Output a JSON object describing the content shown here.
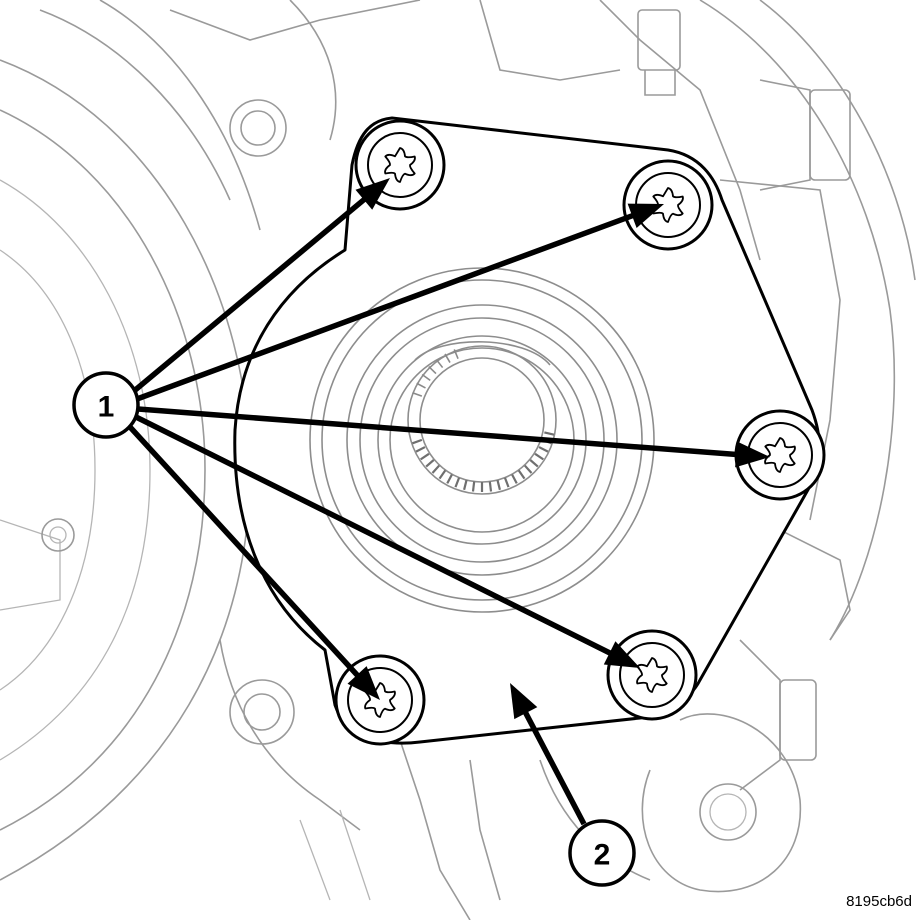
{
  "callouts": {
    "bolts": {
      "label": "1"
    },
    "hub_bearing": {
      "label": "2"
    }
  },
  "figure_id": "8195cb6d"
}
